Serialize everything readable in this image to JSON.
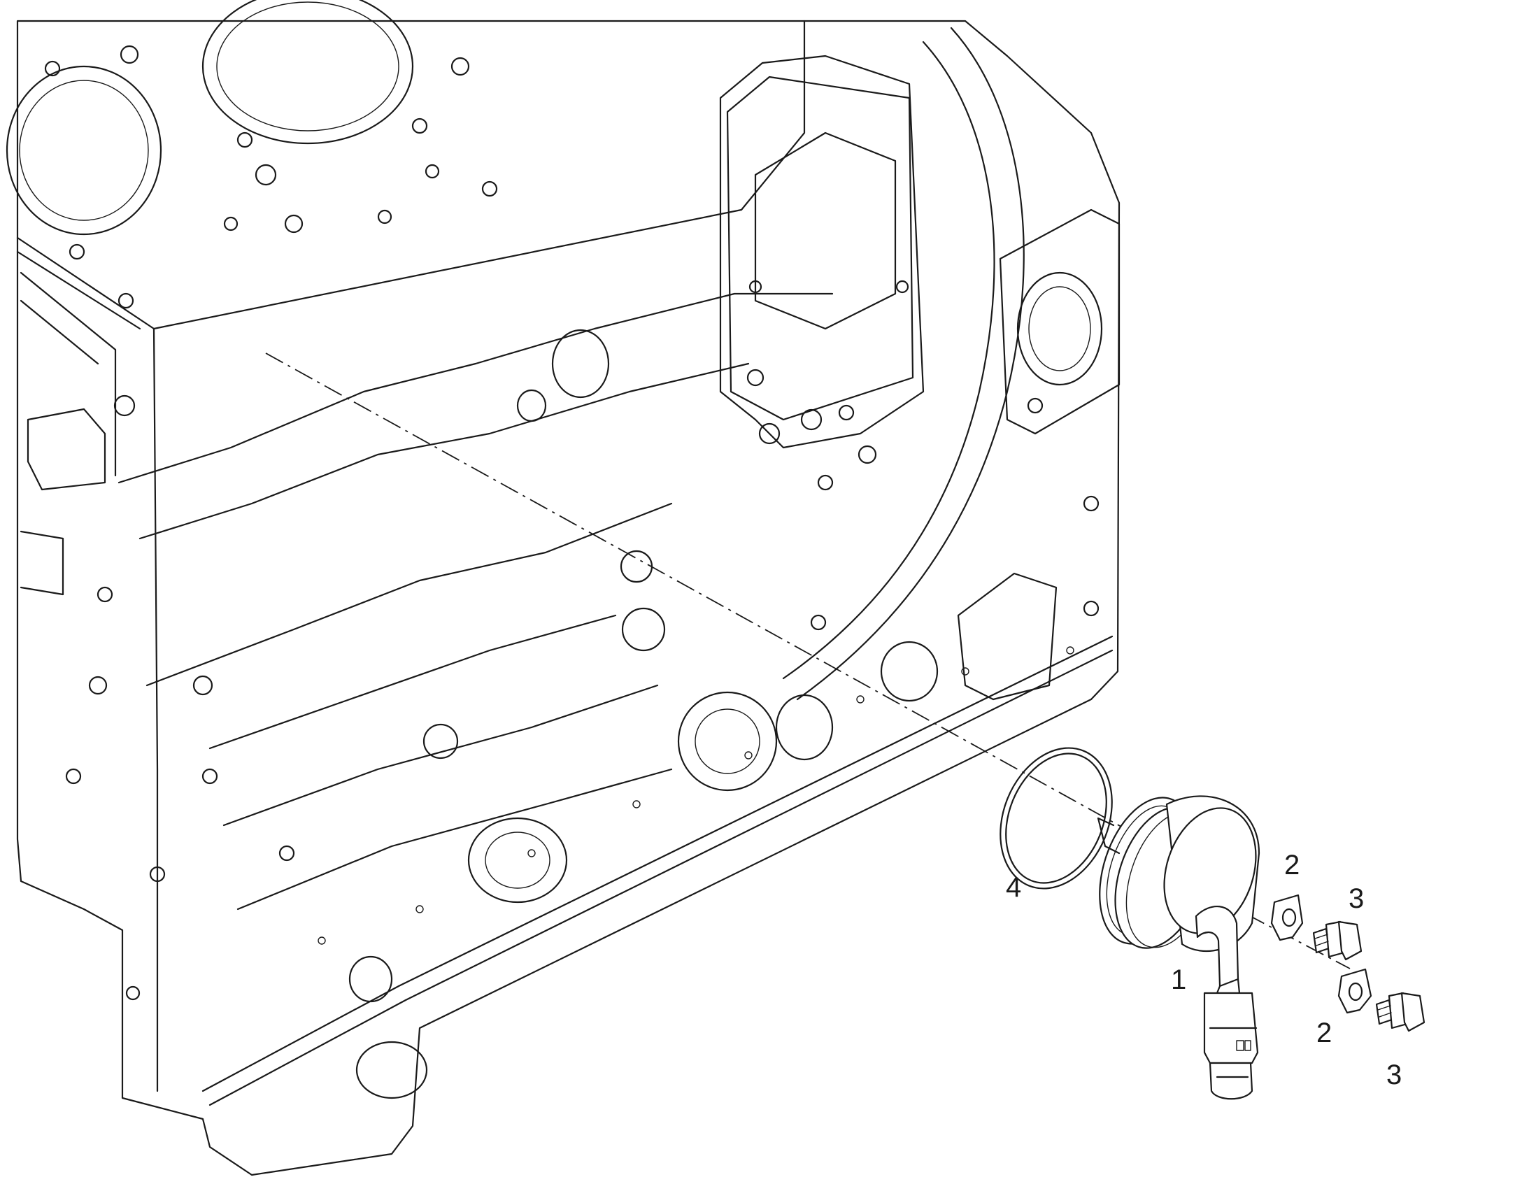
{
  "diagram": {
    "callouts": [
      {
        "id": "c1",
        "text": "1",
        "part": "oil-filter-cooler-assembly"
      },
      {
        "id": "c2a",
        "text": "2",
        "part": "mounting-tab"
      },
      {
        "id": "c3a",
        "text": "3",
        "part": "flange-bolt"
      },
      {
        "id": "c2b",
        "text": "2",
        "part": "mounting-tab"
      },
      {
        "id": "c3b",
        "text": "3",
        "part": "flange-bolt"
      },
      {
        "id": "c4",
        "text": "4",
        "part": "o-ring-seal"
      }
    ]
  }
}
